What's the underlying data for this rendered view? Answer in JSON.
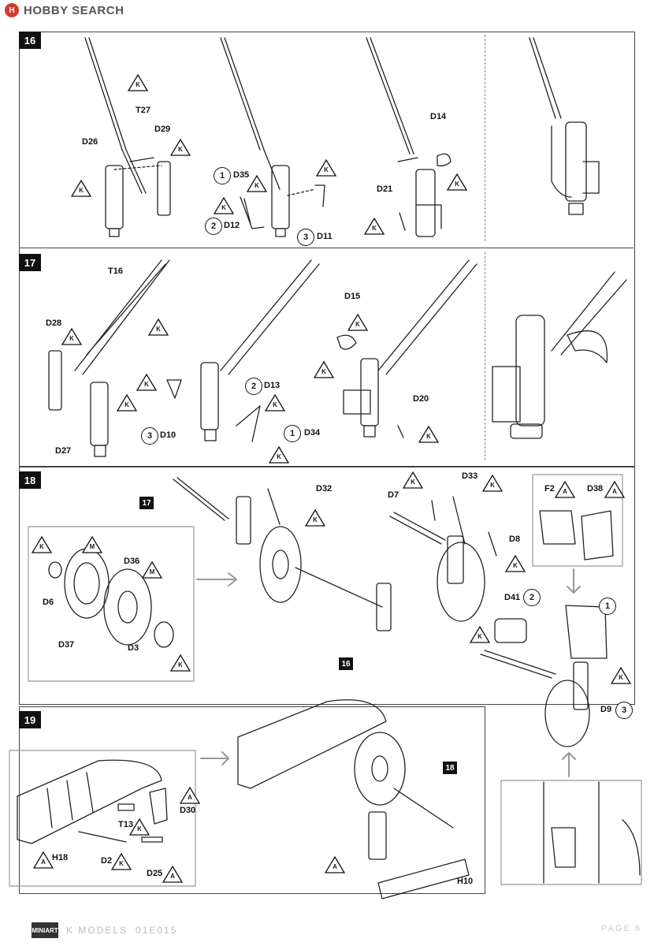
{
  "header": {
    "logo_text": "HOBBY SEARCH",
    "logo_mark": "H"
  },
  "steps": [
    {
      "number": "16"
    },
    {
      "number": "17"
    },
    {
      "number": "18"
    },
    {
      "number": "19"
    }
  ],
  "refs": {
    "step18_ref17": "17",
    "step18_ref16": "16",
    "step19_ref18": "18"
  },
  "labels": {
    "T27": "T27",
    "D26": "D26",
    "D29": "D29",
    "D35": "D35",
    "D12": "D12",
    "D11": "D11",
    "D14": "D14",
    "D21": "D21",
    "T16": "T16",
    "D28": "D28",
    "D27": "D27",
    "D10": "D10",
    "D13": "D13",
    "D34": "D34",
    "D15": "D15",
    "D20": "D20",
    "D32": "D32",
    "D7": "D7",
    "D33": "D33",
    "D8": "D8",
    "F2": "F2",
    "D38": "D38",
    "D36": "D36",
    "D6": "D6",
    "D37": "D37",
    "D3": "D3",
    "D41": "D41",
    "D9": "D9",
    "T13": "T13",
    "D30": "D30",
    "H18": "H18",
    "D2": "D2",
    "D25": "D25",
    "H10": "H10"
  },
  "order_numbers": {
    "one": "1",
    "two": "2",
    "three": "3"
  },
  "part_markers": {
    "K": "K",
    "M": "M",
    "A": "A"
  },
  "footer": {
    "brand": "MINIART",
    "code": "01E015",
    "model_text": "K MODELS",
    "page": "PAGE 6"
  }
}
